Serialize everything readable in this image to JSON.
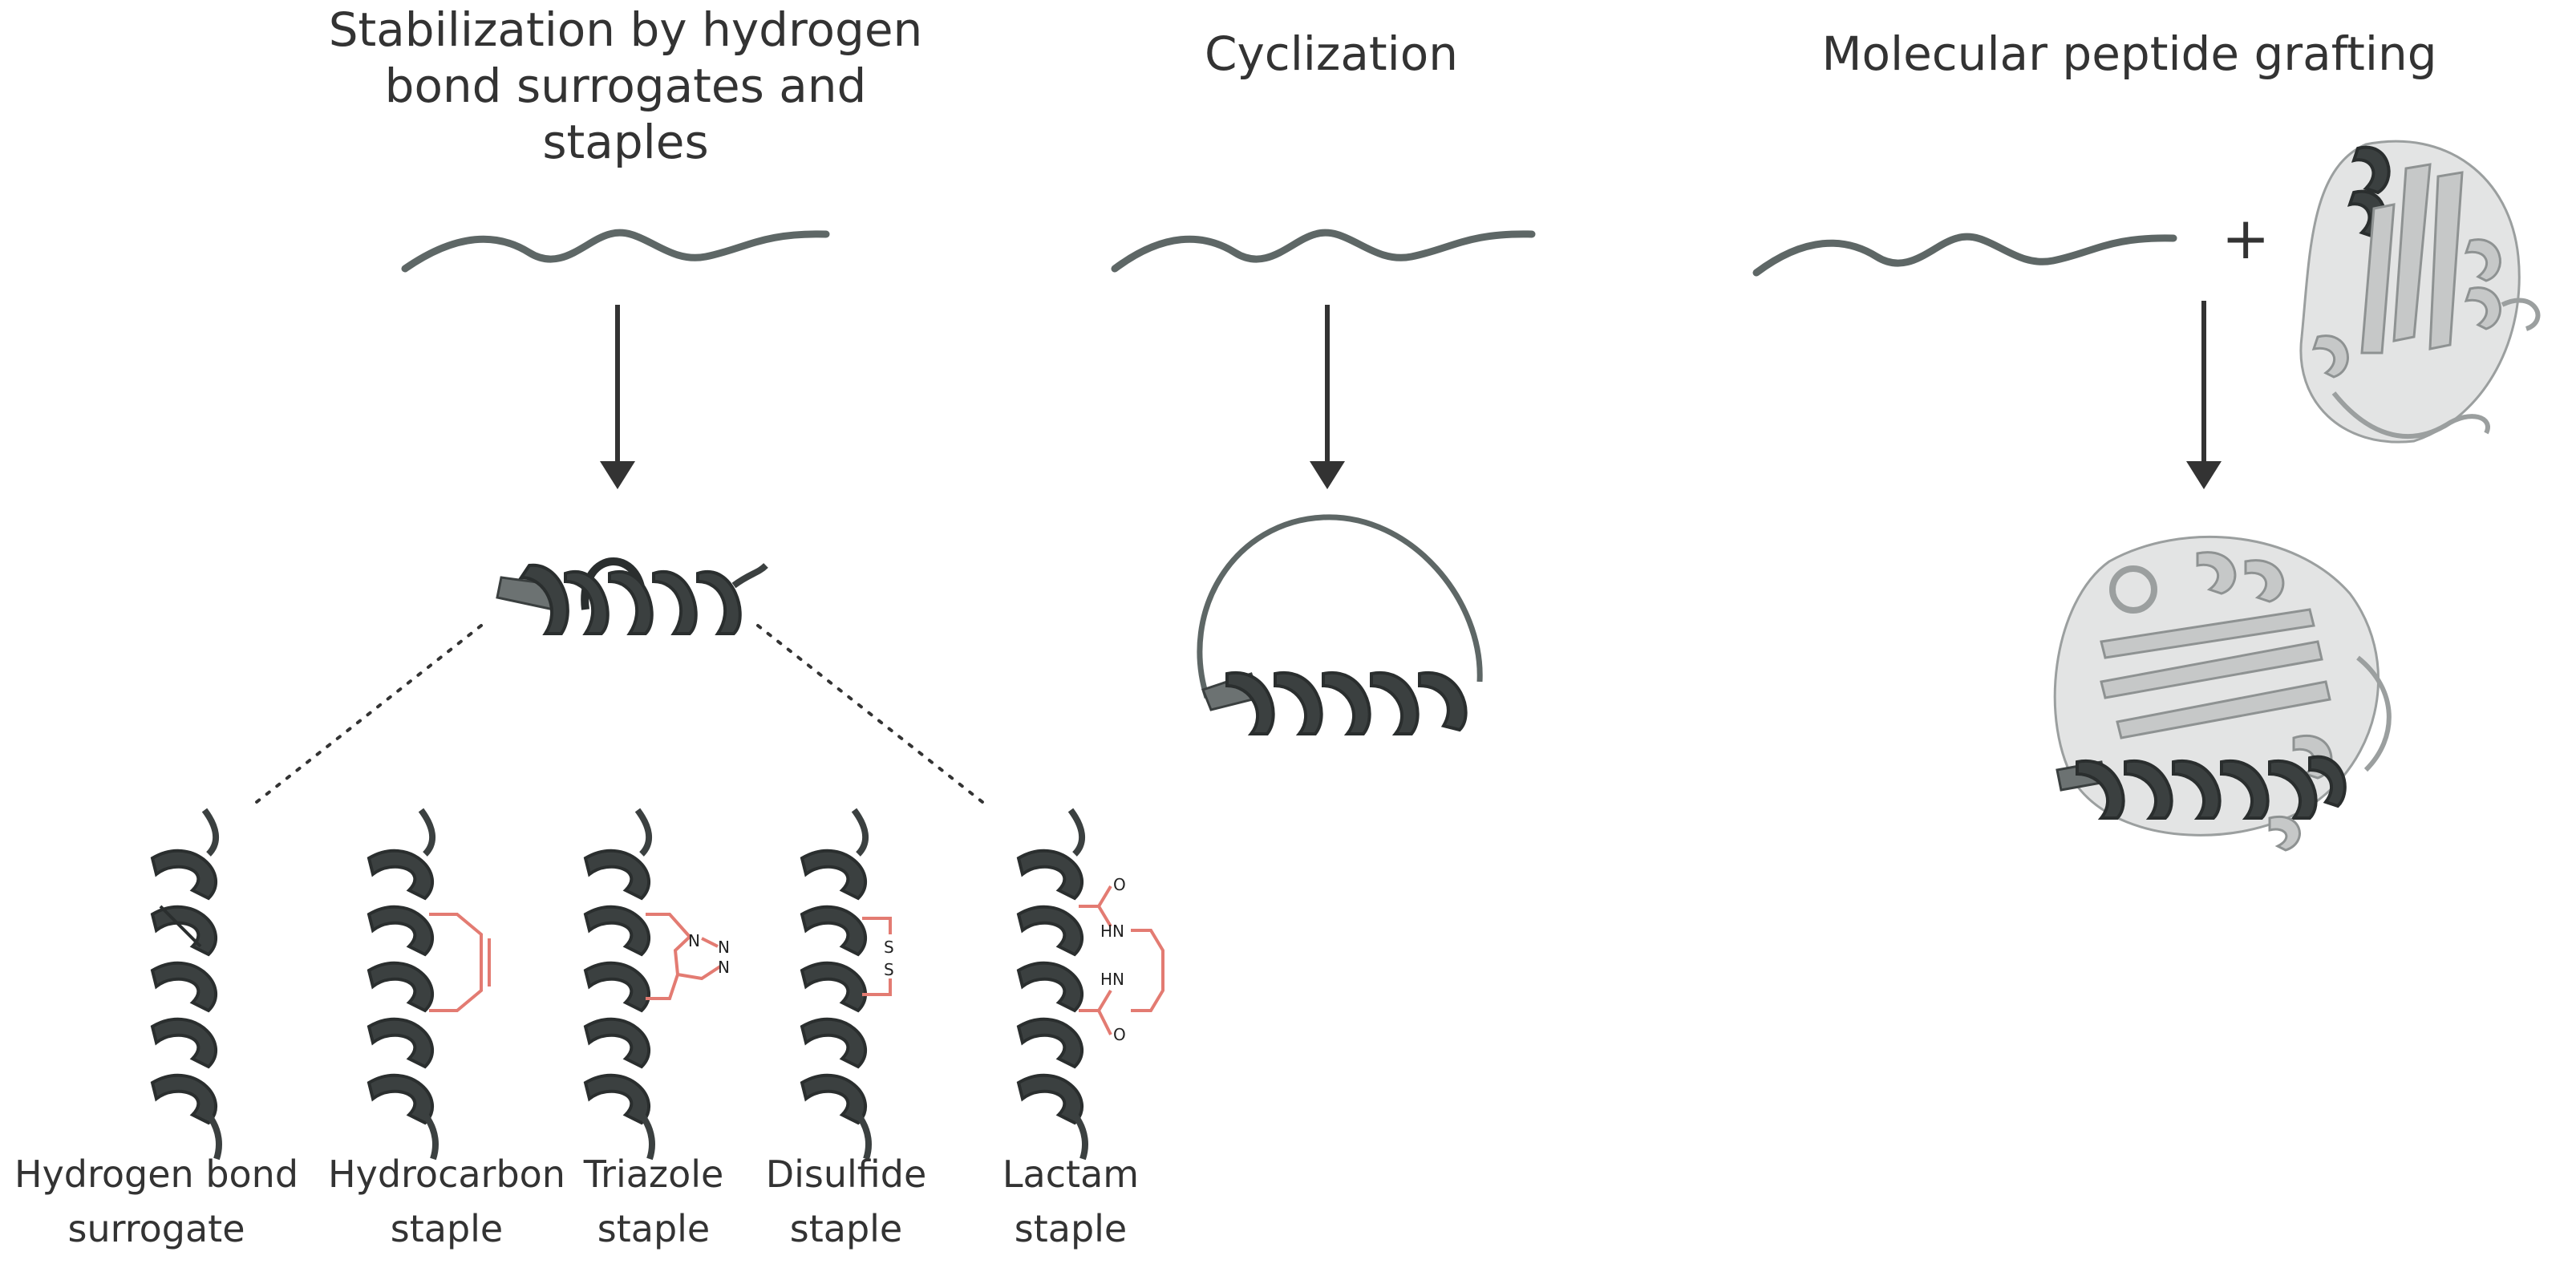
{
  "titles": {
    "stabilization": [
      "Stabilization by hydrogen",
      "bond surrogates and staples"
    ],
    "cyclization": "Cyclization",
    "grafting": "Molecular peptide grafting"
  },
  "plus_sign": "+",
  "staples": [
    {
      "line1": "Hydrogen bond",
      "line2": "surrogate"
    },
    {
      "line1": "Hydrocarbon",
      "line2": "staple"
    },
    {
      "line1": "Triazole",
      "line2": "staple"
    },
    {
      "line1": "Disulfide",
      "line2": "staple"
    },
    {
      "line1": "Lactam",
      "line2": "staple"
    }
  ],
  "chem_labels": {
    "triazole": [
      "N",
      "N",
      "N"
    ],
    "disulfide": [
      "S",
      "S"
    ],
    "lactam": [
      "O",
      "HN",
      "HN",
      "O"
    ]
  },
  "colors": {
    "peptide": "#5e6766",
    "helix": "#3b4040",
    "scaffold": "#c6c8c8",
    "staple_link": "#e37b72",
    "arrow": "#333333"
  }
}
